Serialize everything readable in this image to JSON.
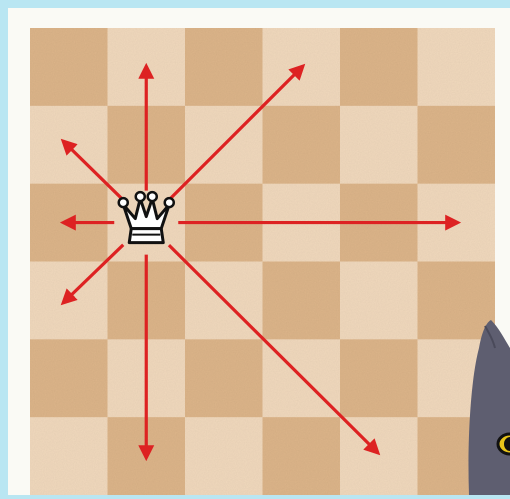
{
  "board": {
    "files": 6,
    "ranks": 6,
    "light_color": "#f1d9bd",
    "dark_color": "#ddb58a",
    "top_left_square": "dark"
  },
  "queen": {
    "piece": "white-queen",
    "file_index": 1,
    "rank_index": 2,
    "glyph": "♕"
  },
  "moves": {
    "arrow_color": "#dd2222",
    "directions": [
      "up",
      "up-right",
      "right",
      "down-right",
      "down",
      "down-left",
      "left",
      "up-left"
    ]
  },
  "decor": {
    "cat_color": "#5e5e70",
    "cat_eye_color": "#e8c41a"
  }
}
